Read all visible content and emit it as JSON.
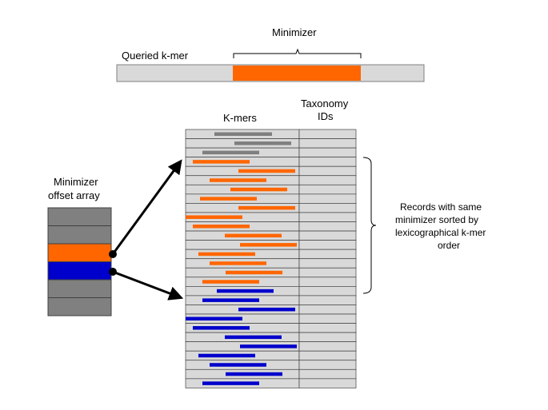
{
  "labels": {
    "minimizer": "Minimizer",
    "queried_kmer": "Queried k-mer",
    "kmers_header": "K-mers",
    "taxonomy_header_line1": "Taxonomy",
    "taxonomy_header_line2": "IDs",
    "offset_array_line1": "Minimizer",
    "offset_array_line2": "offset array",
    "records_line1": "Records with same",
    "records_line2": "minimizer sorted by",
    "records_line3": "lexicographical k-mer",
    "records_line4": "order"
  },
  "colors": {
    "gray_kmer": "#7f7f7f",
    "orange": "#ff6600",
    "blue": "#0000cc",
    "cell_fill": "#d9d9d9",
    "array_gray": "#808080",
    "bar_bg": "#d9d9d9"
  },
  "offset_array": [
    "gray",
    "gray",
    "orange",
    "blue",
    "gray",
    "gray"
  ],
  "kmer_rows": [
    {
      "color": "gray"
    },
    {
      "color": "gray"
    },
    {
      "color": "gray"
    },
    {
      "color": "orange"
    },
    {
      "color": "orange"
    },
    {
      "color": "orange"
    },
    {
      "color": "orange"
    },
    {
      "color": "orange"
    },
    {
      "color": "orange"
    },
    {
      "color": "orange"
    },
    {
      "color": "orange"
    },
    {
      "color": "orange"
    },
    {
      "color": "orange"
    },
    {
      "color": "orange"
    },
    {
      "color": "orange"
    },
    {
      "color": "orange"
    },
    {
      "color": "orange"
    },
    {
      "color": "blue"
    },
    {
      "color": "blue"
    },
    {
      "color": "blue"
    },
    {
      "color": "blue"
    },
    {
      "color": "blue"
    },
    {
      "color": "blue"
    },
    {
      "color": "blue"
    },
    {
      "color": "blue"
    },
    {
      "color": "blue"
    },
    {
      "color": "blue"
    },
    {
      "color": "blue"
    }
  ]
}
